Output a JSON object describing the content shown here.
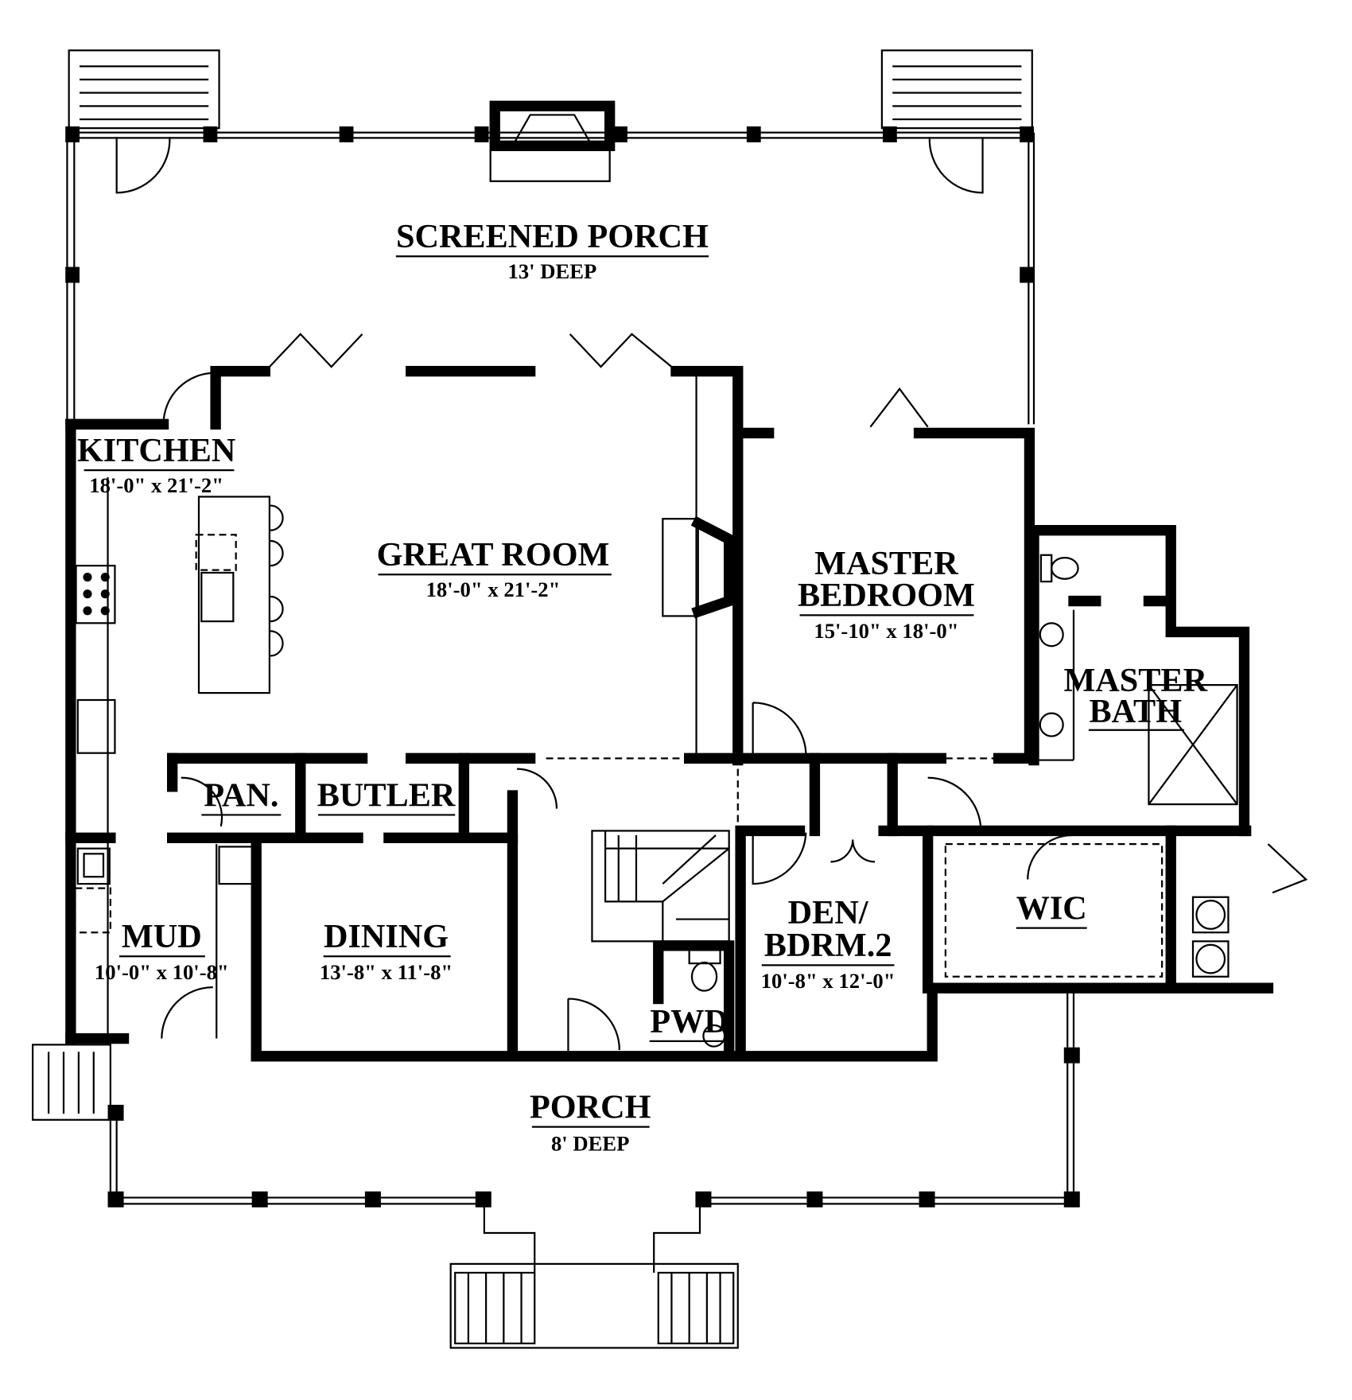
{
  "rooms": {
    "screened_porch": {
      "name": "SCREENED PORCH",
      "size": "13' DEEP"
    },
    "kitchen": {
      "name": "KITCHEN",
      "size": "18'-0\" x 21'-2\""
    },
    "great_room": {
      "name": "GREAT ROOM",
      "size": "18'-0\" x 21'-2\""
    },
    "master_bedroom": {
      "name_line1": "MASTER",
      "name_line2": "BEDROOM",
      "size": "15'-10\" x 18'-0\""
    },
    "master_bath": {
      "name_line1": "MASTER",
      "name_line2": "BATH"
    },
    "pantry": {
      "name": "PAN."
    },
    "butler": {
      "name": "BUTLER"
    },
    "dining": {
      "name": "DINING",
      "size": "13'-8\" x 11'-8\""
    },
    "mud": {
      "name": "MUD",
      "size": "10'-0\" x 10'-8\""
    },
    "den": {
      "name_line1": "DEN/",
      "name_line2": "BDRM.2",
      "size": "10'-8\" x 12'-0\""
    },
    "wic": {
      "name": "WIC"
    },
    "powder": {
      "name": "PWD"
    },
    "porch": {
      "name": "PORCH",
      "size": "8' DEEP"
    }
  }
}
